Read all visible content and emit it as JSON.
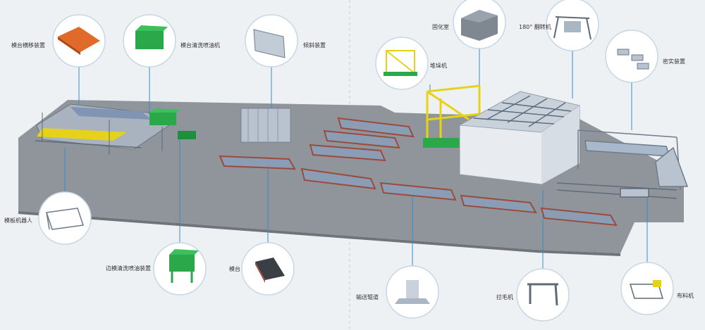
{
  "labels": {
    "mold_transfer": "模台横移装置",
    "mold_cleaning_oiling": "模台清洗喷油机",
    "tilting": "倾斜装置",
    "curing_room": "固化室",
    "flip_180": "180° 翻转机",
    "stacker": "堆垛机",
    "compacting": "密实装置",
    "formwork_robot": "模板机器人",
    "edge_mold_cleaning_oiling": "边模清洗喷油装置",
    "mold_table": "模台",
    "conveyor_roller": "输送辊道",
    "brushing": "拉毛机",
    "distributor": "布料机"
  },
  "colors": {
    "floor": "#8f959b",
    "floor_edge": "#6e747a",
    "background": "#eef1f4",
    "callout_line": "#2f8fd0",
    "callout_ring": "#c7d7e4",
    "table_top": "#8a9db4",
    "table_frame": "#9c4a3a",
    "machine_green": "#2aa84a",
    "gantry_yellow": "#e7d21a",
    "orange": "#e06a2a"
  },
  "icons": [
    "mold-transfer-icon",
    "cleaning-oiling-machine-icon",
    "tilting-device-icon",
    "curing-room-icon",
    "flip-machine-icon",
    "stacker-icon",
    "compacting-device-icon",
    "formwork-robot-icon",
    "edge-cleaning-device-icon",
    "mold-table-icon",
    "conveyor-roller-icon",
    "brushing-machine-icon",
    "distributor-icon"
  ]
}
